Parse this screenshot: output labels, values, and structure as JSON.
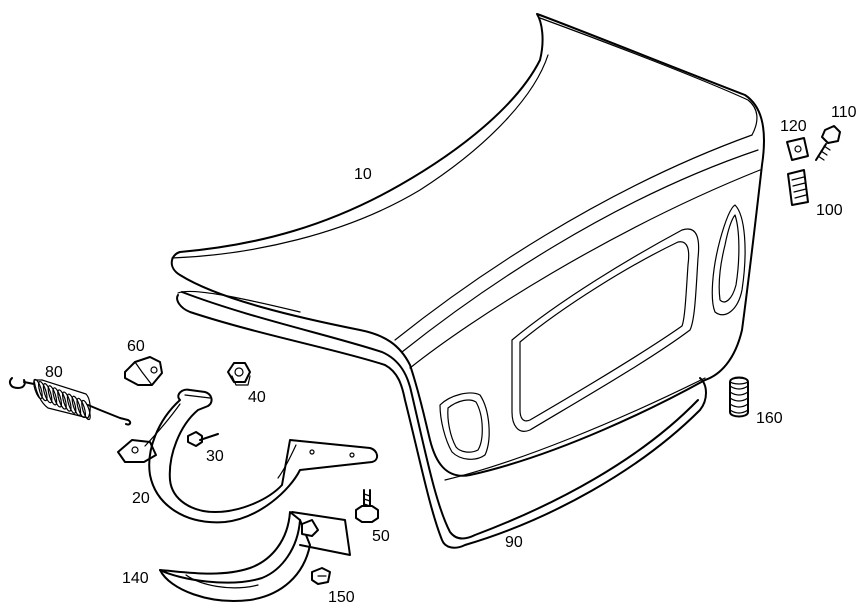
{
  "callouts": {
    "p10": "10",
    "p20": "20",
    "p30": "30",
    "p40": "40",
    "p50": "50",
    "p60": "60",
    "p80": "80",
    "p90": "90",
    "p100": "100",
    "p110": "110",
    "p120": "120",
    "p140": "140",
    "p150": "150",
    "p160": "160"
  }
}
